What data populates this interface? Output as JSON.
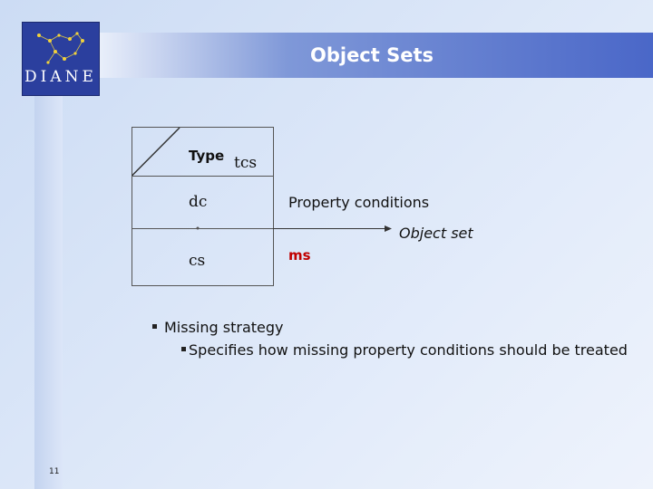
{
  "slide": {
    "title": "Object Sets",
    "page_number": "11",
    "logo_text": "DIANE"
  },
  "diagram": {
    "type_label": "Type",
    "tcs_label": "tcs",
    "dc_label": "dc",
    "cs_label": "cs",
    "property_conditions_label": "Property conditions",
    "object_set_label": "Object set",
    "ms_label": "ms"
  },
  "bullets": {
    "level1": "Missing strategy",
    "level2": "Specifies how missing property conditions should be treated"
  },
  "colors": {
    "title_bar_end": "#4a67c8",
    "logo_bg": "#2b3f9e",
    "ms_red": "#c00000"
  }
}
